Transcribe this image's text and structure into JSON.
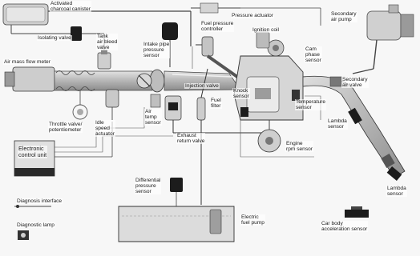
{
  "labels": {
    "activated_charcoal": "Activated\ncharcoal canister",
    "pressure_actuator": "Pressure actuator",
    "secondary_air_pump": "Secondary\nair pump",
    "isolating_valve": "Isolating valve",
    "tank_air_bleed": "Tank\nair bleed\nvalve",
    "intake_pipe_sensor": "Intake pipe\npressure\nsensor",
    "fuel_pressure_controller": "Fuel pressure\ncontroller",
    "ignition_coil": "Ignition coil",
    "cam_phase": "Cam\nphase\nsensor",
    "air_mass_meter": "Air mass flow meter",
    "injection_valve": "Injection valve",
    "secondary_air_valve": "Secondary\nair valve",
    "throttle_valve": "Throttle valve/\npotentiometer",
    "idle_actuator": "Idle\nspeed\nactuator",
    "air_temp": "Air\ntemp\nsensor",
    "fuel_filter": "Fuel\nfilter",
    "knock_sensor": "Knock\nsensor",
    "temp_sensor": "Temperature\nsensor",
    "lambda_sensor_1": "Lambda\nsensor",
    "ecu": "Electronic\ncontrol unit",
    "egr_valve": "Exhaust\nreturn valve",
    "engine_speed": "Engine\nrpm sensor",
    "lambda_sensor_2": "Lambda\nsensor",
    "diagnosis_interface": "Diagnosis interface",
    "diff_pressure": "Differential\npressure\nsensor",
    "electric_fuel_pump": "Electric\nfuel pump",
    "car_body_accel": "Car body\nacceleration sensor",
    "diagnostic_lamp": "Diagnostic lamp"
  },
  "colors": {
    "line": "#333333",
    "pipe_fill": "#bdbdbd",
    "pipe_dark": "#8a8a8a",
    "component_dark": "#1c1c1c",
    "background": "#f7f7f7"
  }
}
